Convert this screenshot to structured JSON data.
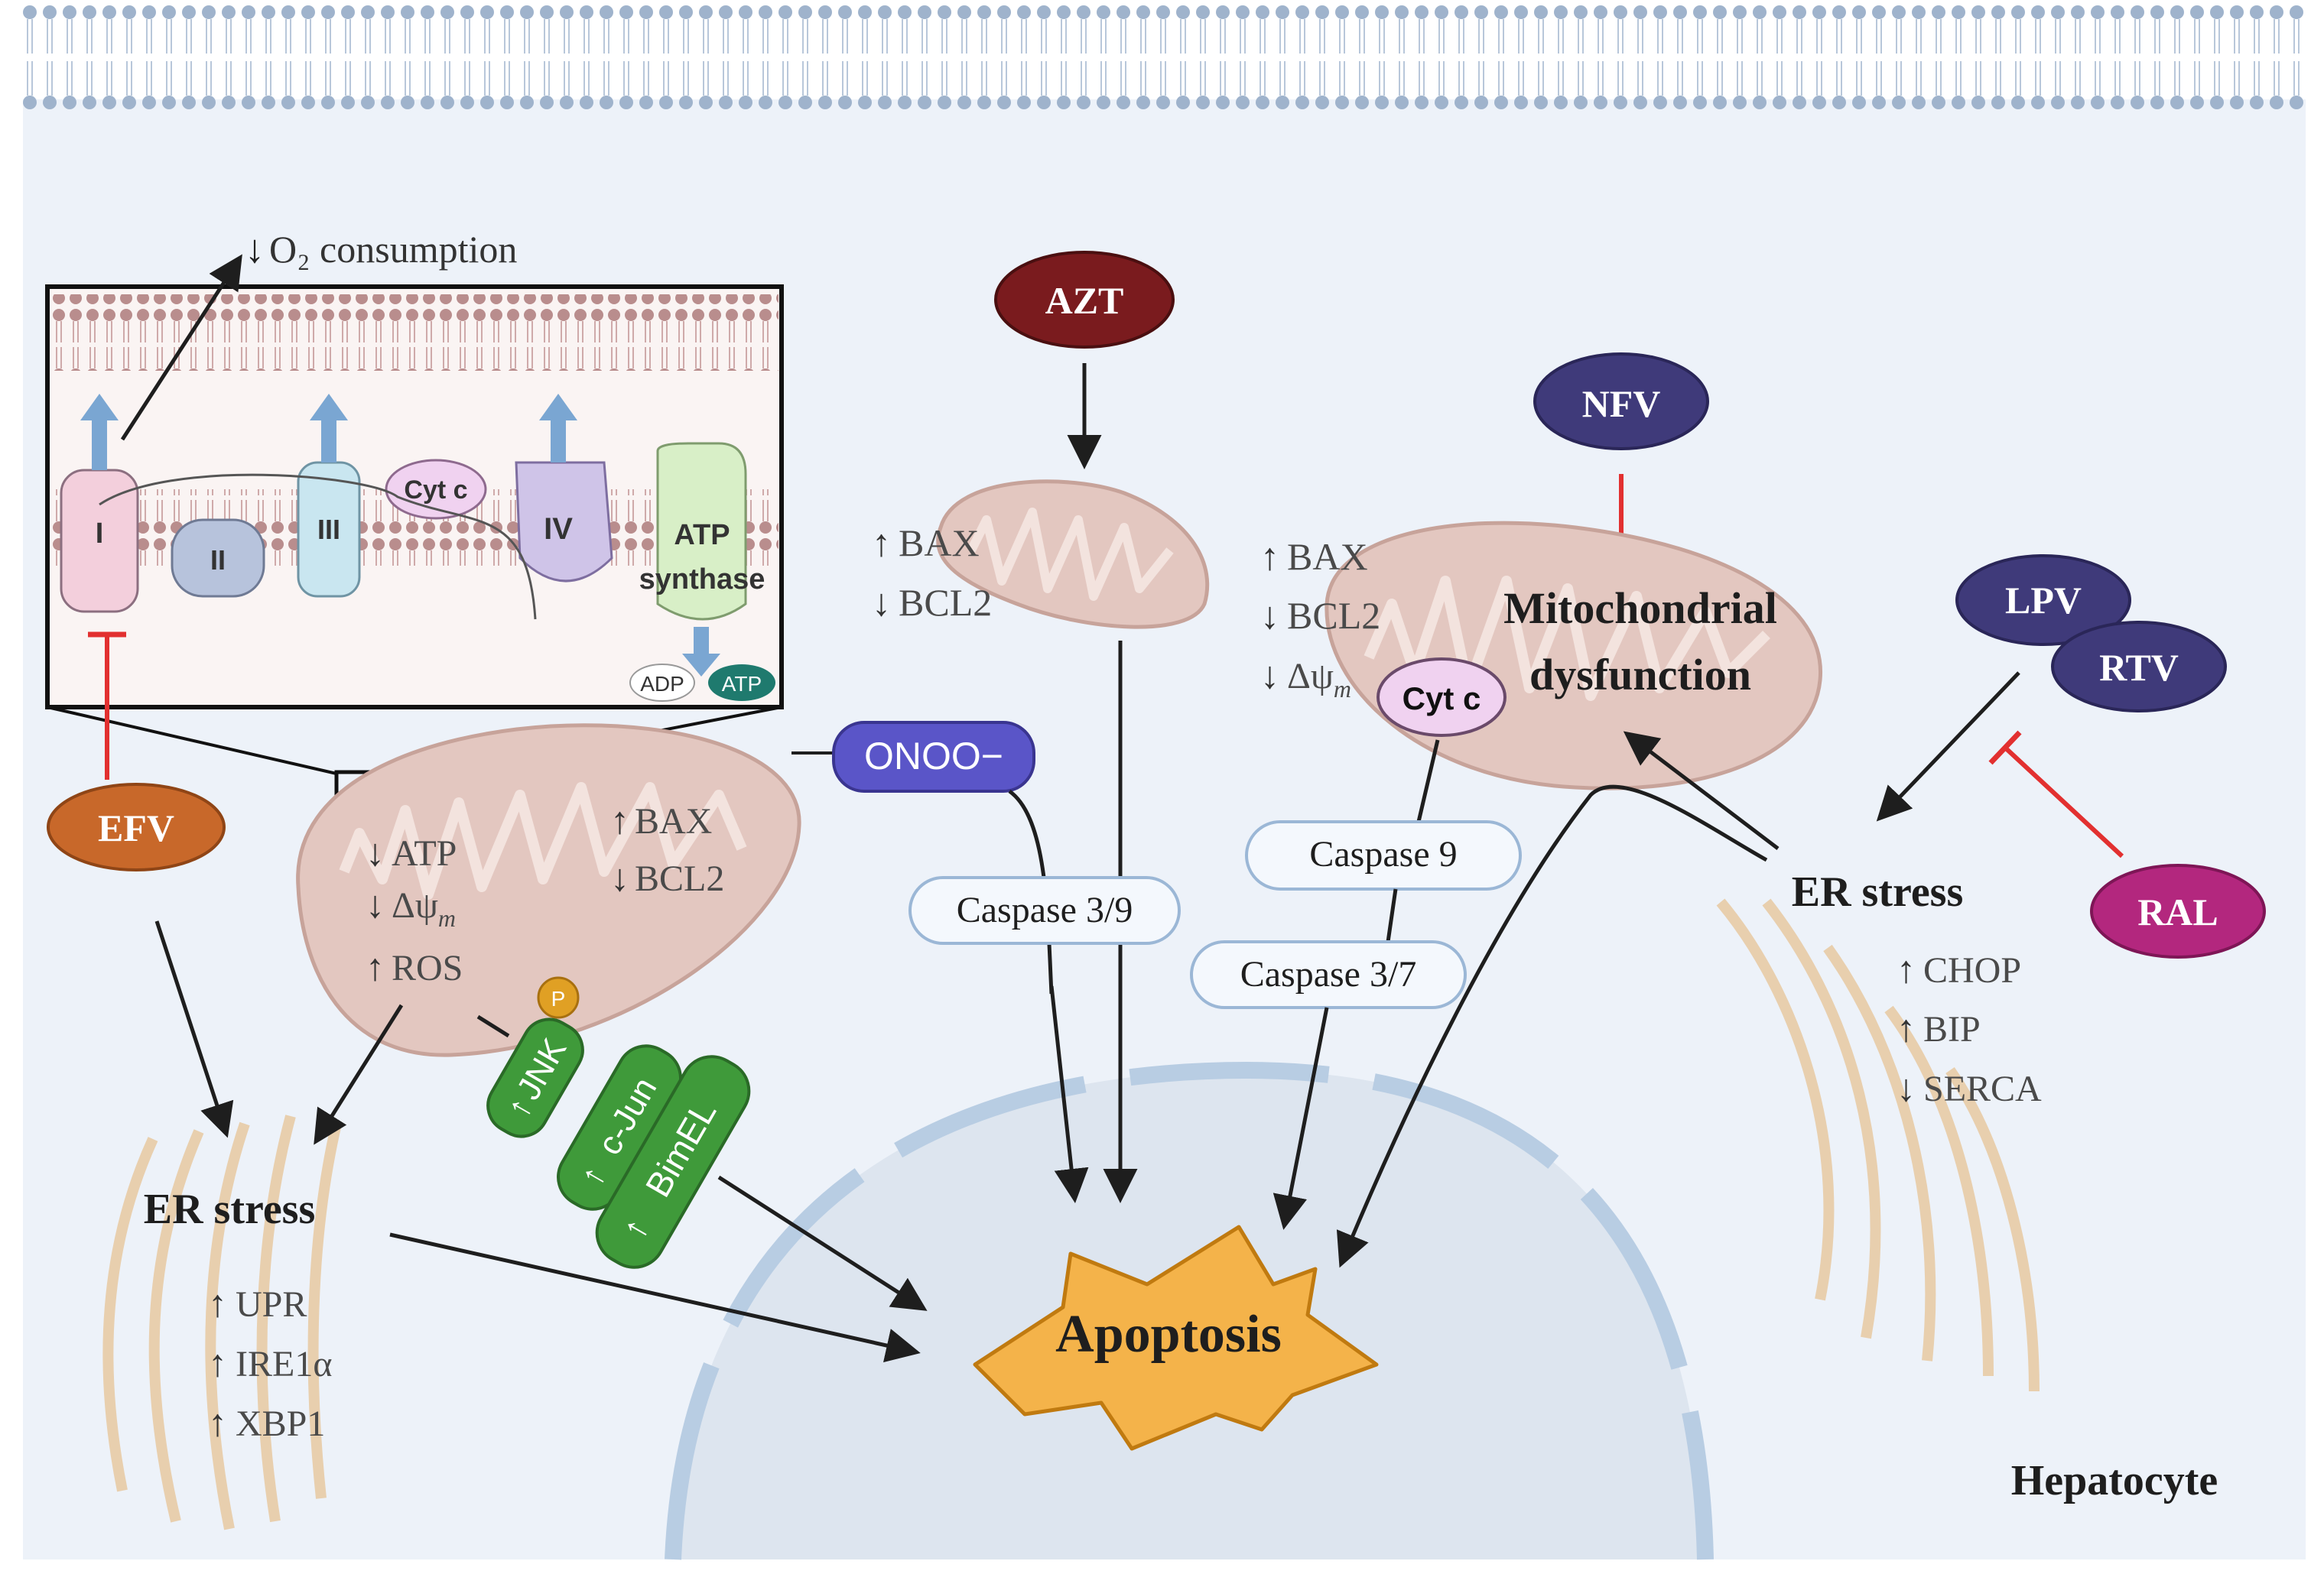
{
  "drugs": {
    "azt": "AZT",
    "nfv": "NFV",
    "lpv": "LPV",
    "rtv": "RTV",
    "efv": "EFV",
    "ral": "RAL"
  },
  "etc": {
    "o2_label": "O₂ consumption",
    "complex_i": "I",
    "complex_ii": "II",
    "complex_iii": "III",
    "complex_iv": "IV",
    "cytc": "Cyt c",
    "atp_synthase_line1": "ATP",
    "atp_synthase_line2": "synthase",
    "adp": "ADP",
    "atp": "ATP"
  },
  "mito_left": {
    "atp": "ATP",
    "dpsi": "Δψ",
    "dpsi_sub": "m",
    "ros": "ROS",
    "bax": "BAX",
    "bcl2": "BCL2"
  },
  "mito_center": {
    "bax": "BAX",
    "bcl2": "BCL2"
  },
  "mito_right": {
    "bax": "BAX",
    "bcl2": "BCL2",
    "dpsi": "Δψ",
    "dpsi_sub": "m",
    "cytc": "Cyt c",
    "title_line1": "Mitochondrial",
    "title_line2": "dysfunction"
  },
  "onoo": "ONOO−",
  "caspases": {
    "c39": "Caspase 3/9",
    "c9": "Caspase 9",
    "c37": "Caspase 3/7"
  },
  "jnk_pathway": {
    "jnk": "JNK",
    "phospho": "P",
    "cjun": "c-Jun",
    "bimel": "BimEL"
  },
  "er_left": {
    "title": "ER stress",
    "upr": "UPR",
    "ire1a": "IRE1α",
    "xbp1": "XBP1"
  },
  "er_right": {
    "title": "ER stress",
    "chop": "CHOP",
    "bip": "BIP",
    "serca": "SERCA"
  },
  "apoptosis": "Apoptosis",
  "cell_label": "Hepatocyte",
  "colors": {
    "azt": "#7a1b1e",
    "drug_purple": "#3f3a7a",
    "efv": "#c8682a",
    "ral": "#b3277e",
    "onoo": "#5a55c8",
    "jnk_green": "#3f9a3a",
    "apoptosis_star": "#f4b34a",
    "mito_fill": "#e3c7c0",
    "inhibit_red": "#e23030"
  }
}
